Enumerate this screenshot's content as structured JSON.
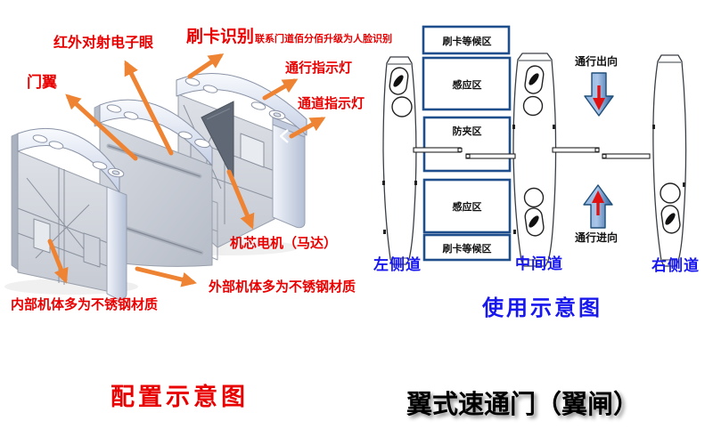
{
  "colors": {
    "label-red": "#e90000",
    "text-blue": "#1717ee",
    "zone-border-blue": "#1f4e8c",
    "arrow-orange": "#ee8433",
    "block-arrow-blue": "#2e5f9e",
    "title-black": "#000000"
  },
  "config_diagram": {
    "caption": "配置示意图",
    "labels": {
      "infrared_eye": "红外对射电子眼",
      "card_recognition": "刷卡识别",
      "card_recognition_note": "联系门道佰分佰升级为人脸识别",
      "door_wing": "门翼",
      "passage_indicator": "通行指示灯",
      "lane_indicator": "通道指示灯",
      "motor": "机芯电机（马达）",
      "external_body": "外部机体多为不锈钢材质",
      "internal_body": "内部机体多为不锈钢材质"
    }
  },
  "usage_diagram": {
    "caption": "使用示意图",
    "zones": [
      {
        "label": "刷卡等候区"
      },
      {
        "label": "感应区"
      },
      {
        "label": "防夹区"
      },
      {
        "label": "感应区"
      },
      {
        "label": "刷卡等候区"
      }
    ],
    "lanes": [
      {
        "label": "左侧道"
      },
      {
        "label": "中间道"
      },
      {
        "label": "右侧道"
      }
    ],
    "directions": {
      "exit": "通行出向",
      "entry": "通行进向"
    }
  },
  "title": "翼式速通门（翼闸）"
}
